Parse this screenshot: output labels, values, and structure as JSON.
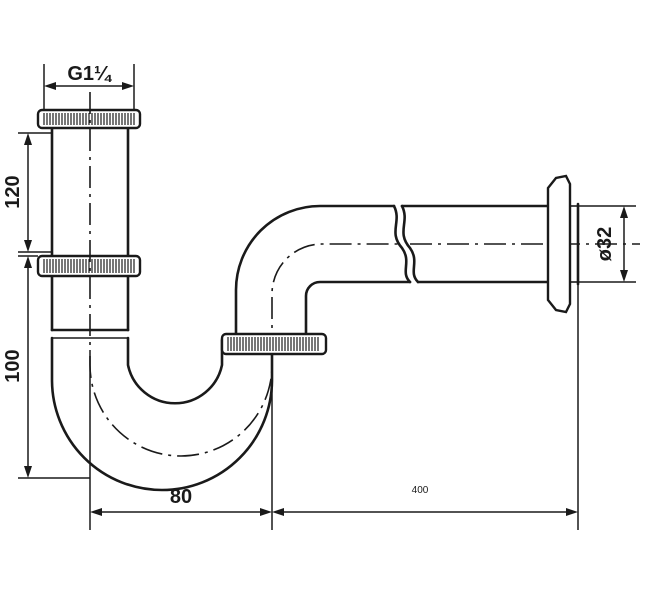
{
  "dimensions": {
    "thread": "G1¼",
    "upper_height": "120",
    "lower_height": "100",
    "horizontal_offset": "80",
    "outlet_length": "400",
    "outlet_diameter": "ø32"
  },
  "colors": {
    "ink": "#1a1a1a",
    "background": "#ffffff"
  }
}
